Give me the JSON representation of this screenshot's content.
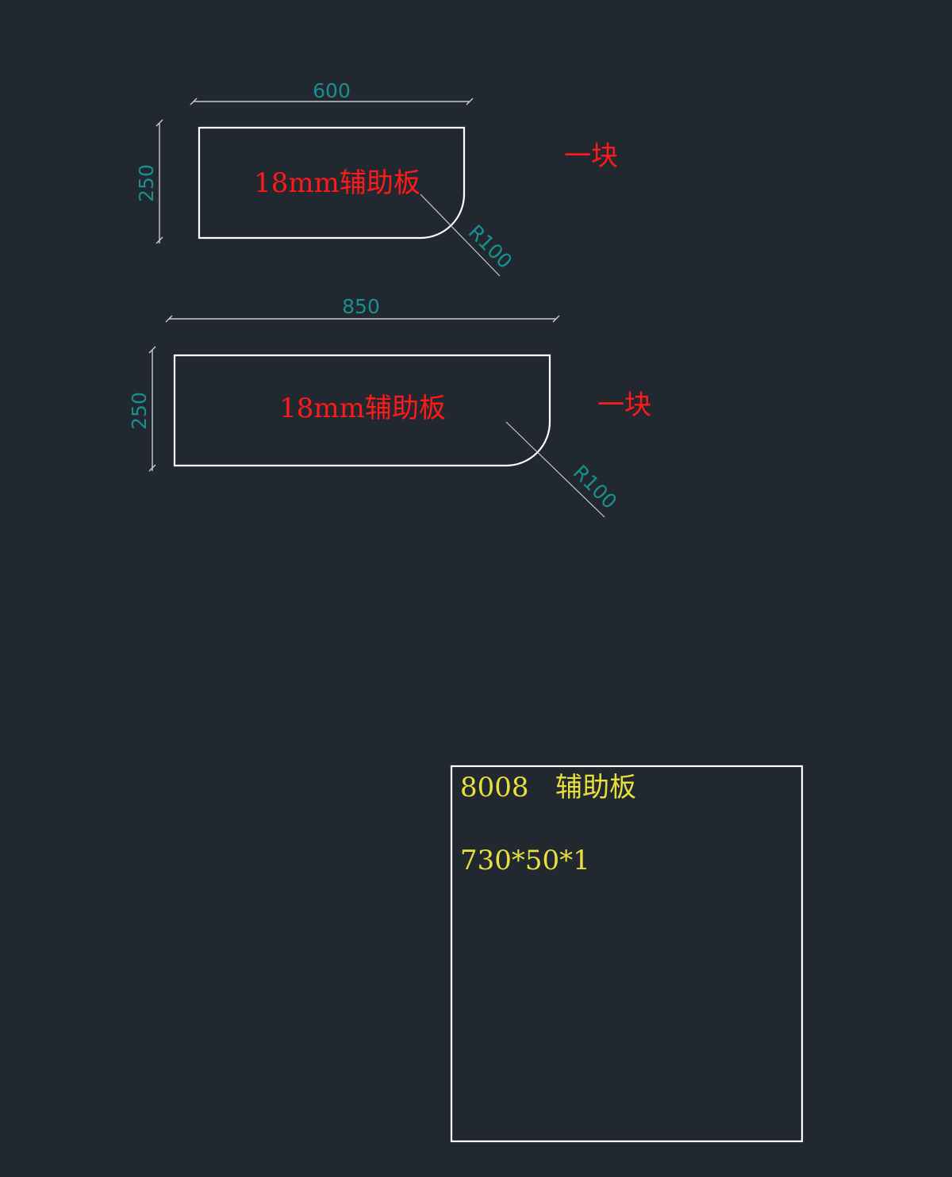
{
  "colors": {
    "background": "#212830",
    "outline": "#ffffff",
    "dimension": "#1a8f8f",
    "label": "#ff1a1a",
    "info": "#e8e03a"
  },
  "parts": [
    {
      "width_dim": "600",
      "height_dim": "250",
      "radius_dim": "R100",
      "material_label": "18mm辅助板",
      "quantity_label": "一块"
    },
    {
      "width_dim": "850",
      "height_dim": "250",
      "radius_dim": "R100",
      "material_label": "18mm辅助板",
      "quantity_label": "一块"
    }
  ],
  "info_box": {
    "line1_code": "8008",
    "line1_name": "辅助板",
    "line2": "730*50*1"
  }
}
